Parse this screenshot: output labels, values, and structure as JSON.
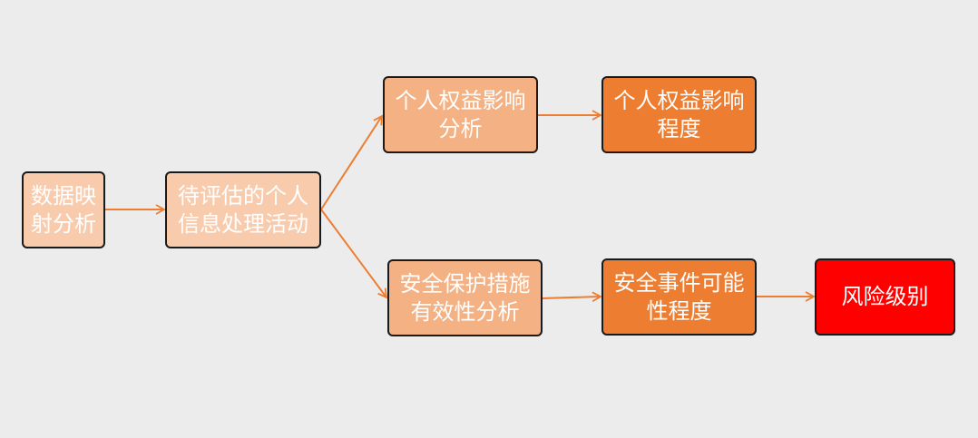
{
  "colors": {
    "background": "#ececec",
    "arrow": "#ed7d31",
    "light_fill": "#f8cbad",
    "mid_fill": "#f4b183",
    "dark_fill": "#ed7d31",
    "risk_fill": "#ff0000",
    "border": "#1a1a1a",
    "text": "#ffffff"
  },
  "nodes": {
    "data_mapping": {
      "lines": [
        "数据映",
        "射分析"
      ]
    },
    "pending_activity": {
      "lines": [
        "待评估的个人",
        "信息处理活动"
      ]
    },
    "rights_analysis": {
      "lines": [
        "个人权益影响",
        "分析"
      ]
    },
    "rights_degree": {
      "lines": [
        "个人权益影响",
        "程度"
      ]
    },
    "safeguard_analysis": {
      "lines": [
        "安全保护措施",
        "有效性分析"
      ]
    },
    "event_likelihood": {
      "lines": [
        "安全事件可能",
        "性程度"
      ]
    },
    "risk_level": {
      "lines": [
        "风险级别"
      ]
    }
  },
  "edges": [
    {
      "from": "data_mapping",
      "to": "pending_activity"
    },
    {
      "from": "pending_activity",
      "to": "rights_analysis"
    },
    {
      "from": "pending_activity",
      "to": "safeguard_analysis"
    },
    {
      "from": "rights_analysis",
      "to": "rights_degree"
    },
    {
      "from": "safeguard_analysis",
      "to": "event_likelihood"
    },
    {
      "from": "event_likelihood",
      "to": "risk_level"
    }
  ]
}
